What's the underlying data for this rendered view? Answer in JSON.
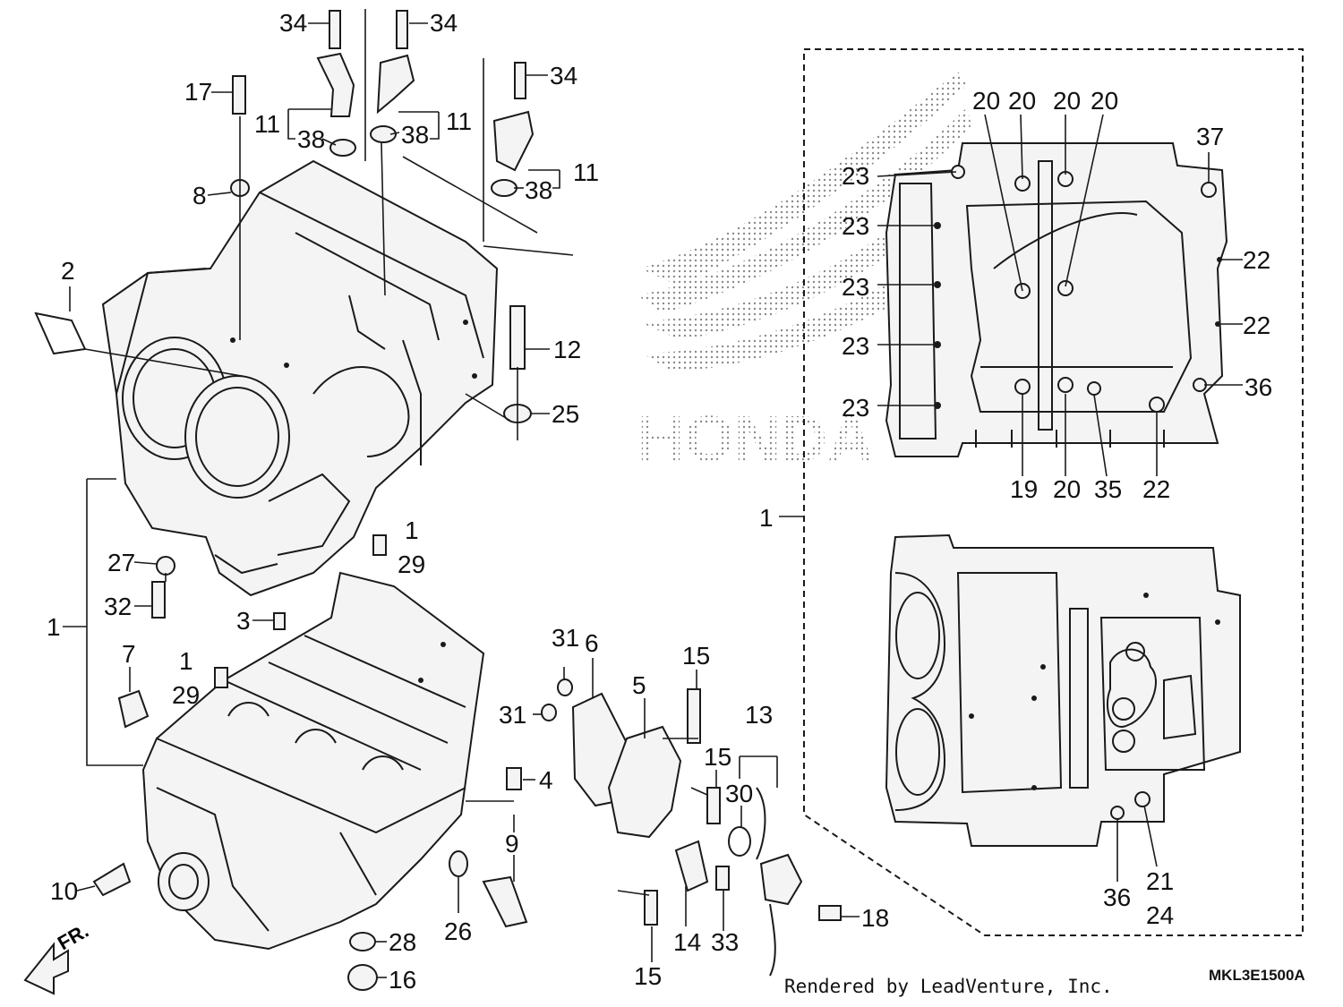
{
  "diagram": {
    "drawing_code": "MKL3E1500A",
    "credit": "Rendered by LeadVenture, Inc.",
    "watermark_logo": "HONDA",
    "front_marker": "FR.",
    "callouts": [
      {
        "id": "c34a",
        "text": "34"
      },
      {
        "id": "c34b",
        "text": "34"
      },
      {
        "id": "c34c",
        "text": "34"
      },
      {
        "id": "c17",
        "text": "17"
      },
      {
        "id": "c11a",
        "text": "11"
      },
      {
        "id": "c11b",
        "text": "11"
      },
      {
        "id": "c11c",
        "text": "11"
      },
      {
        "id": "c38a",
        "text": "38"
      },
      {
        "id": "c38b",
        "text": "38"
      },
      {
        "id": "c38c",
        "text": "38"
      },
      {
        "id": "c8",
        "text": "8"
      },
      {
        "id": "c2",
        "text": "2"
      },
      {
        "id": "c12",
        "text": "12"
      },
      {
        "id": "c25",
        "text": "25"
      },
      {
        "id": "c1a",
        "text": "1"
      },
      {
        "id": "c29a",
        "text": "29"
      },
      {
        "id": "c27",
        "text": "27"
      },
      {
        "id": "c32",
        "text": "32"
      },
      {
        "id": "c1b",
        "text": "1"
      },
      {
        "id": "c3",
        "text": "3"
      },
      {
        "id": "c7",
        "text": "7"
      },
      {
        "id": "c1c",
        "text": "1"
      },
      {
        "id": "c29b",
        "text": "29"
      },
      {
        "id": "c31a",
        "text": "31"
      },
      {
        "id": "c31b",
        "text": "31"
      },
      {
        "id": "c6",
        "text": "6"
      },
      {
        "id": "c5",
        "text": "5"
      },
      {
        "id": "c15a",
        "text": "15"
      },
      {
        "id": "c15b",
        "text": "15"
      },
      {
        "id": "c15c",
        "text": "15"
      },
      {
        "id": "c13",
        "text": "13"
      },
      {
        "id": "c30",
        "text": "30"
      },
      {
        "id": "c4",
        "text": "4"
      },
      {
        "id": "c9",
        "text": "9"
      },
      {
        "id": "c10",
        "text": "10"
      },
      {
        "id": "c26",
        "text": "26"
      },
      {
        "id": "c28",
        "text": "28"
      },
      {
        "id": "c16",
        "text": "16"
      },
      {
        "id": "c14",
        "text": "14"
      },
      {
        "id": "c33",
        "text": "33"
      },
      {
        "id": "c18",
        "text": "18"
      },
      {
        "id": "c1d",
        "text": "1"
      },
      {
        "id": "c20a",
        "text": "20"
      },
      {
        "id": "c20b",
        "text": "20"
      },
      {
        "id": "c20c",
        "text": "20"
      },
      {
        "id": "c20d",
        "text": "20"
      },
      {
        "id": "c37",
        "text": "37"
      },
      {
        "id": "c23a",
        "text": "23"
      },
      {
        "id": "c23b",
        "text": "23"
      },
      {
        "id": "c23c",
        "text": "23"
      },
      {
        "id": "c23d",
        "text": "23"
      },
      {
        "id": "c23e",
        "text": "23"
      },
      {
        "id": "c22a",
        "text": "22"
      },
      {
        "id": "c22b",
        "text": "22"
      },
      {
        "id": "c22c",
        "text": "22"
      },
      {
        "id": "c36a",
        "text": "36"
      },
      {
        "id": "c36b",
        "text": "36"
      },
      {
        "id": "c19",
        "text": "19"
      },
      {
        "id": "c20e",
        "text": "20"
      },
      {
        "id": "c35",
        "text": "35"
      },
      {
        "id": "c21",
        "text": "21"
      },
      {
        "id": "c24",
        "text": "24"
      }
    ]
  }
}
